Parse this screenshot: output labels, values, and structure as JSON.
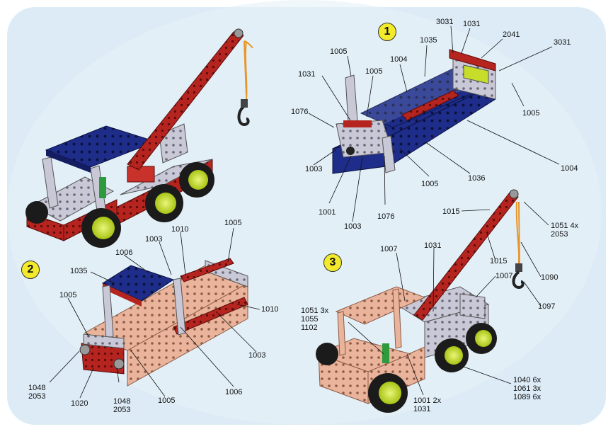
{
  "steps": {
    "s1": "1",
    "s2": "2",
    "s3": "3"
  },
  "step1": {
    "parts": {
      "p3031a": "3031",
      "p1031a": "1031",
      "p2041": "2041",
      "p3031b": "3031",
      "p1005a": "1005",
      "p1035": "1035",
      "p1005b": "1005",
      "p1004a": "1004",
      "p1031b": "1031",
      "p1076a": "1076",
      "p1005c": "1005",
      "p1003a": "1003",
      "p1001": "1001",
      "p1003b": "1003",
      "p1076b": "1076",
      "p1005d": "1005",
      "p1036": "1036",
      "p1004b": "1004"
    }
  },
  "step2": {
    "parts": {
      "p1005a": "1005",
      "p1003a": "1003",
      "p1010a": "1010",
      "p1006a": "1006",
      "p1035": "1035",
      "p1005b": "1005",
      "p1010b": "1010",
      "p1003b": "1003",
      "p1048a": "1048\n2053",
      "p1020": "1020",
      "p1048b": "1048\n2053",
      "p1005c": "1005",
      "p1006b": "1006"
    }
  },
  "step3": {
    "parts": {
      "p1015a": "1015",
      "p1051a": "1051 4x\n2053",
      "p1007a": "1007",
      "p1031": "1031",
      "p1015b": "1015",
      "p1007b": "1007",
      "p1090": "1090",
      "p1097": "1097",
      "p1051b": "1051 3x\n1055\n1102",
      "p1040": "1040 6x\n1061 3x\n1089 6x",
      "p1001": "1001 2x\n1031"
    }
  },
  "colors": {
    "background": "#d6e8f4",
    "red": "#b5241f",
    "blue": "#1f2d8a",
    "silver": "#c9c8d6",
    "copper": "#eab49c",
    "wheel": "#1b1b1b",
    "rim": "#c6dd2a",
    "hook_rope": "#e8962a",
    "step_badge": "#f2ea2a"
  }
}
